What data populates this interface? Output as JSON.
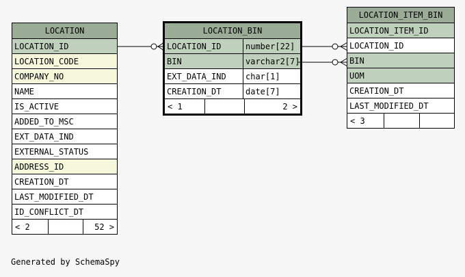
{
  "tables": {
    "location": {
      "name": "LOCATION",
      "columns": [
        "LOCATION_ID",
        "LOCATION_CODE",
        "COMPANY_NO",
        "NAME",
        "IS_ACTIVE",
        "ADDED_TO_MSC",
        "EXT_DATA_IND",
        "EXTERNAL_STATUS",
        "ADDRESS_ID",
        "CREATION_DT",
        "LAST_MODIFIED_DT",
        "ID_CONFLICT_DT"
      ],
      "parents": "< 2",
      "children": "52 >"
    },
    "location_bin": {
      "name": "LOCATION_BIN",
      "columns": [
        "LOCATION_ID",
        "BIN",
        "EXT_DATA_IND",
        "CREATION_DT"
      ],
      "types": [
        "number[22]",
        "varchar2[7]",
        "char[1]",
        "date[7]"
      ],
      "parents": "< 1",
      "children": "2 >"
    },
    "location_item_bin": {
      "name": "LOCATION_ITEM_BIN",
      "columns": [
        "LOCATION_ITEM_ID",
        "LOCATION_ID",
        "BIN",
        "UOM",
        "CREATION_DT",
        "LAST_MODIFIED_DT"
      ],
      "parents": "< 3"
    }
  },
  "footer": "Generated by SchemaSpy"
}
